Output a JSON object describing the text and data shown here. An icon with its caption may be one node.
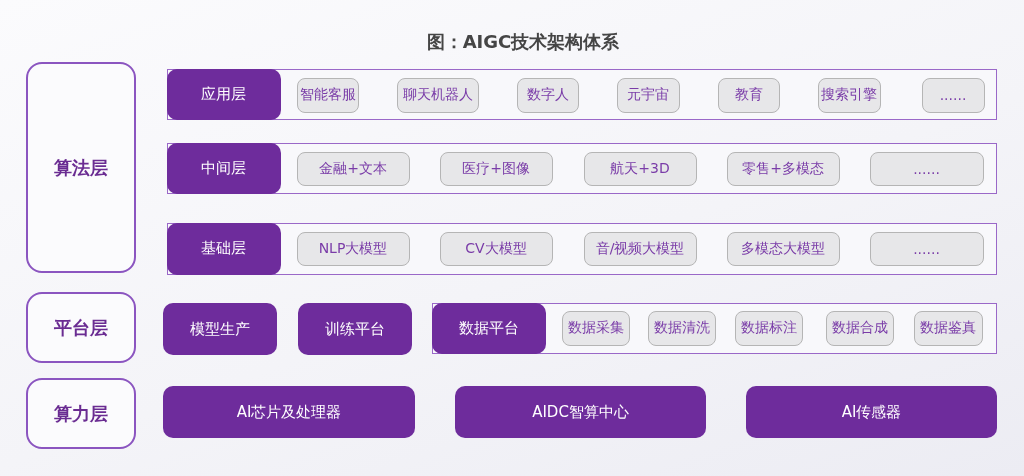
{
  "diagram": {
    "title": "图：AIGC技术架构体系",
    "nodes": [
      {
        "text": [
          "算法层"
        ]
      },
      {
        "text": [],
        "shape": "box"
      },
      {
        "text": [
          "应用层"
        ],
        "in": 1
      },
      {
        "text": [
          "智能客服"
        ],
        "in": 1
      },
      {
        "text": [
          "聊天机器人"
        ],
        "in": 1
      },
      {
        "text": [
          "数字人"
        ],
        "in": 1
      },
      {
        "text": [
          "元宇宙"
        ],
        "in": 1
      },
      {
        "text": [
          "教育"
        ],
        "in": 1
      },
      {
        "text": [
          "搜索引擎"
        ],
        "in": 1
      },
      {
        "text": [
          "......"
        ],
        "in": 1
      },
      {
        "text": [],
        "shape": "box"
      },
      {
        "text": [
          "中间层"
        ],
        "in": 10
      },
      {
        "text": [
          "金融+文本"
        ],
        "in": 10
      },
      {
        "text": [
          "医疗+图像"
        ],
        "in": 10
      },
      {
        "text": [
          "航天+3D"
        ],
        "in": 10
      },
      {
        "text": [
          "零售+多模态"
        ],
        "in": 10
      },
      {
        "text": [
          "......"
        ],
        "in": 10
      },
      {
        "text": [],
        "shape": "box"
      },
      {
        "text": [
          "基础层"
        ],
        "in": 17
      },
      {
        "text": [
          "NLP大模型"
        ],
        "in": 17
      },
      {
        "text": [
          "CV大模型"
        ],
        "in": 17
      },
      {
        "text": [
          "音/视频大模型"
        ],
        "in": 17
      },
      {
        "text": [
          "多模态大模型"
        ],
        "in": 17
      },
      {
        "text": [
          "......"
        ],
        "in": 17
      },
      {
        "text": [
          "平台层"
        ]
      },
      {
        "text": [
          "模型生产"
        ]
      },
      {
        "text": [
          "训练平台"
        ]
      },
      {
        "text": [],
        "shape": "box"
      },
      {
        "text": [
          "数据平台"
        ],
        "in": 27
      },
      {
        "text": [
          "数据采集"
        ],
        "in": 27
      },
      {
        "text": [
          "数据清洗"
        ],
        "in": 27
      },
      {
        "text": [
          "数据标注"
        ],
        "in": 27
      },
      {
        "text": [
          "数据合成"
        ],
        "in": 27
      },
      {
        "text": [
          "数据鉴真"
        ],
        "in": 27
      },
      {
        "text": [
          "算力层"
        ]
      },
      {
        "text": [
          "AI芯片及处理器"
        ]
      },
      {
        "text": [
          "AIDC智算中心"
        ]
      },
      {
        "text": [
          "AI传感器"
        ]
      }
    ]
  }
}
